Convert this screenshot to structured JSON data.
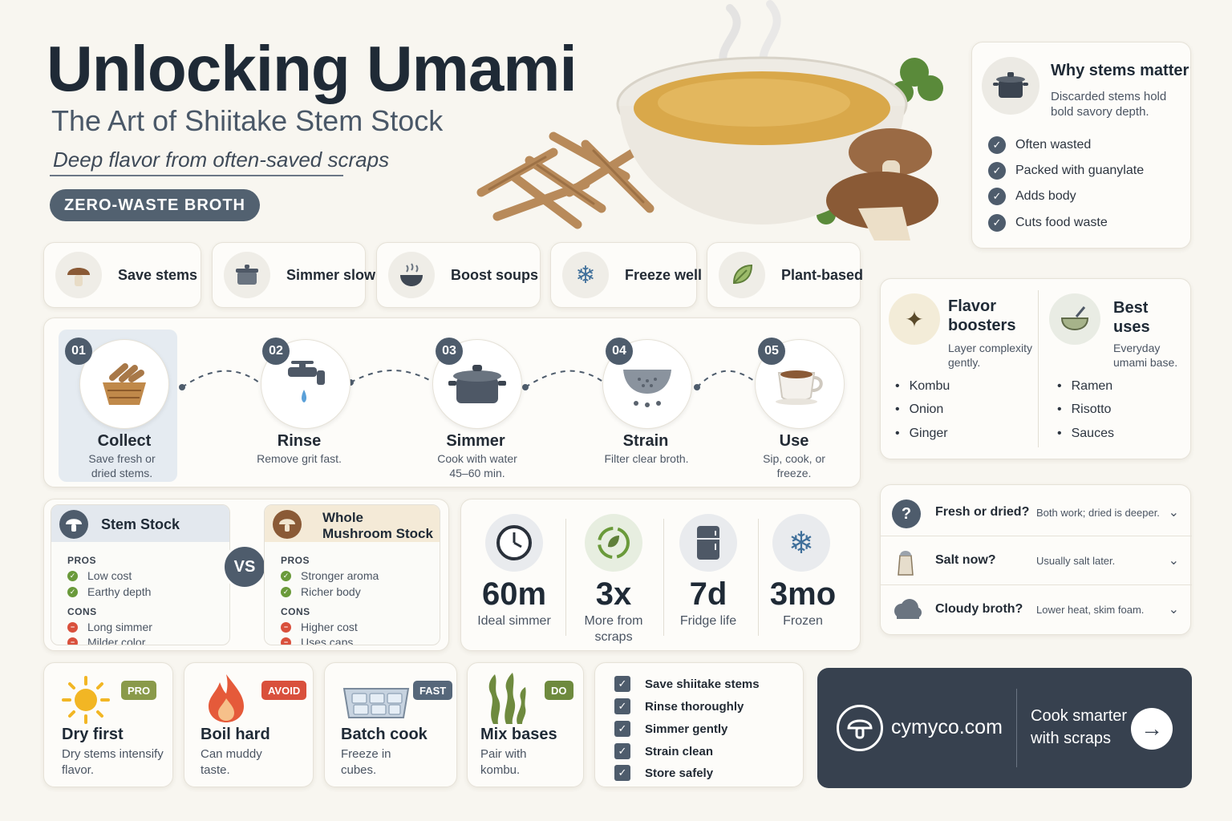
{
  "hero": {
    "title": "Unlocking Umami",
    "subtitle": "The Art of Shiitake Stem Stock",
    "tagline": "Deep flavor from often-saved scraps",
    "badge": "ZERO-WASTE BROTH"
  },
  "features": [
    {
      "label": "Save stems",
      "icon": "mushroom-icon"
    },
    {
      "label": "Simmer slow",
      "icon": "pot-icon"
    },
    {
      "label": "Boost soups",
      "icon": "soup-bowl-icon"
    },
    {
      "label": "Freeze well",
      "icon": "snowflake-icon"
    },
    {
      "label": "Plant-based",
      "icon": "leaf-icon"
    }
  ],
  "steps": [
    {
      "num": "01",
      "title": "Collect",
      "desc": "Save fresh or dried stems.",
      "icon": "basket-icon"
    },
    {
      "num": "02",
      "title": "Rinse",
      "desc": "Remove grit fast.",
      "icon": "faucet-icon"
    },
    {
      "num": "03",
      "title": "Simmer",
      "desc": "Cook with water 45–60 min.",
      "icon": "pot-icon"
    },
    {
      "num": "04",
      "title": "Strain",
      "desc": "Filter clear broth.",
      "icon": "strainer-icon"
    },
    {
      "num": "05",
      "title": "Use",
      "desc": "Sip, cook, or freeze.",
      "icon": "cup-icon"
    }
  ],
  "why": {
    "title": "Why stems matter",
    "desc": "Discarded stems hold bold savory depth.",
    "items": [
      "Often wasted",
      "Packed with guanylate",
      "Adds body",
      "Cuts food waste"
    ]
  },
  "flavor": {
    "title": "Flavor boosters",
    "desc": "Layer complexity gently.",
    "items": [
      "Kombu",
      "Onion",
      "Ginger"
    ]
  },
  "uses": {
    "title": "Best uses",
    "desc": "Everyday umami base.",
    "items": [
      "Ramen",
      "Risotto",
      "Sauces"
    ]
  },
  "faq": [
    {
      "q": "Fresh or dried?",
      "a": "Both work; dried is deeper.",
      "icon": "question-icon"
    },
    {
      "q": "Salt now?",
      "a": "Usually salt later.",
      "icon": "salt-shaker-icon"
    },
    {
      "q": "Cloudy broth?",
      "a": "Lower heat, skim foam.",
      "icon": "cloud-icon"
    }
  ],
  "compare": {
    "vs": "VS",
    "left": {
      "title": "Stem Stock",
      "pros_label": "PROS",
      "pros": [
        "Low cost",
        "Earthy depth"
      ],
      "cons_label": "CONS",
      "cons": [
        "Long simmer",
        "Milder color"
      ]
    },
    "right": {
      "title": "Whole Mushroom Stock",
      "pros_label": "PROS",
      "pros": [
        "Stronger aroma",
        "Richer body"
      ],
      "cons_label": "CONS",
      "cons": [
        "Higher cost",
        "Uses caps"
      ]
    }
  },
  "stats": [
    {
      "value": "60m",
      "label": "Ideal simmer",
      "icon": "clock-icon"
    },
    {
      "value": "3x",
      "label": "More from scraps",
      "icon": "recycle-icon"
    },
    {
      "value": "7d",
      "label": "Fridge life",
      "icon": "fridge-icon"
    },
    {
      "value": "3mo",
      "label": "Frozen",
      "icon": "snowflake-icon"
    }
  ],
  "tips": [
    {
      "tag": "PRO",
      "tag_color": "#8a9a4a",
      "title": "Dry first",
      "desc": "Dry stems intensify flavor.",
      "icon": "sun-icon"
    },
    {
      "tag": "AVOID",
      "tag_color": "#d9503c",
      "title": "Boil hard",
      "desc": "Can muddy taste.",
      "icon": "flame-icon"
    },
    {
      "tag": "FAST",
      "tag_color": "#56677a",
      "title": "Batch cook",
      "desc": "Freeze in cubes.",
      "icon": "ice-tray-icon"
    },
    {
      "tag": "DO",
      "tag_color": "#6e8a3e",
      "title": "Mix bases",
      "desc": "Pair with kombu.",
      "icon": "seaweed-icon"
    }
  ],
  "checklist": [
    "Save shiitake stems",
    "Rinse thoroughly",
    "Simmer gently",
    "Strain clean",
    "Store safely"
  ],
  "cta": {
    "site": "cymyco.com",
    "text": "Cook smarter with scraps"
  },
  "colors": {
    "slate": "#4e5c6c",
    "dark_panel": "#37414f",
    "background": "#f8f6f0"
  }
}
